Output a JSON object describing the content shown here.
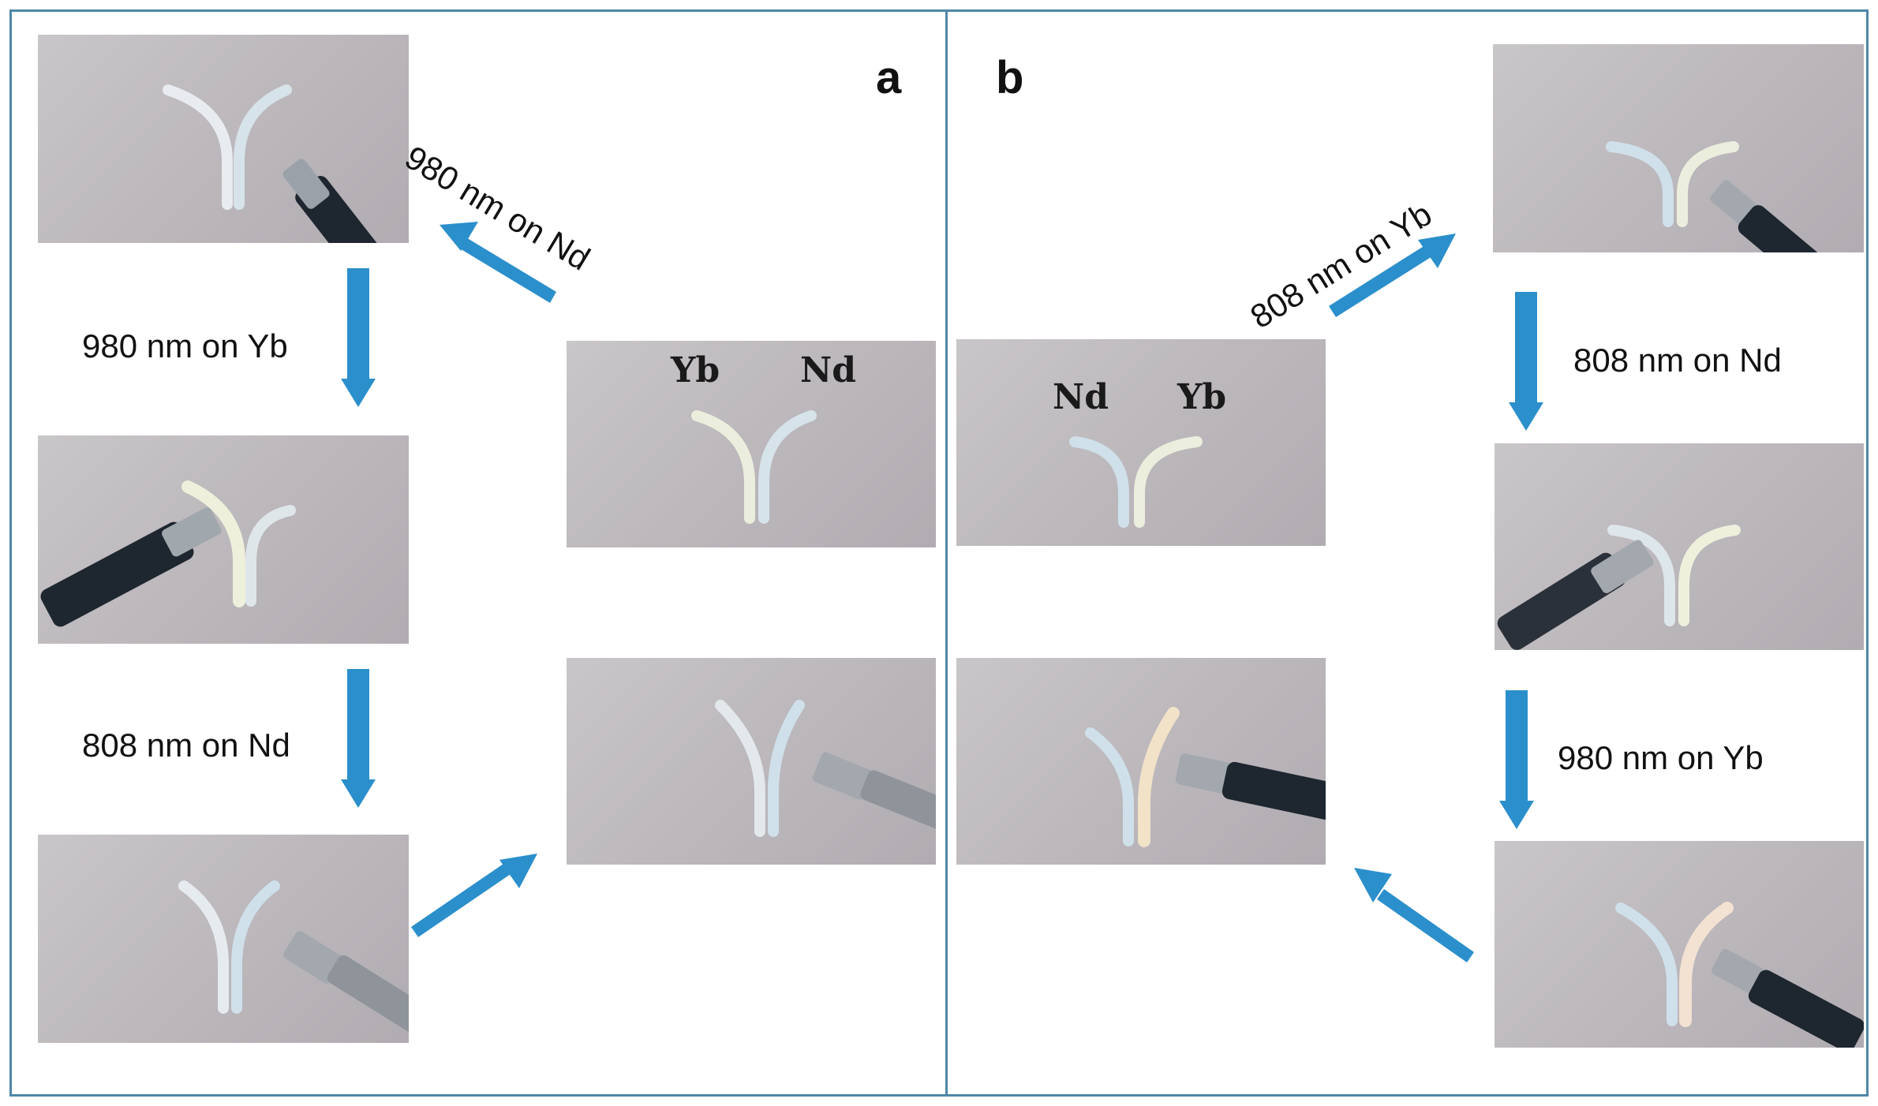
{
  "colors": {
    "frame": "#4f86a8",
    "arrow": "#2b8fcb"
  },
  "panels": {
    "a": {
      "letter": "a",
      "initial_labels": {
        "left": "Yb",
        "right": "Nd"
      },
      "steps": [
        "980 nm on Nd",
        "980 nm on Yb",
        "808 nm on Nd"
      ]
    },
    "b": {
      "letter": "b",
      "initial_labels": {
        "left": "Nd",
        "right": "Yb"
      },
      "steps": [
        "808 nm on Yb",
        "808 nm on Nd",
        "980 nm on Yb"
      ]
    }
  },
  "icons": [
    "fiber-probe-icon",
    "y-shaped-fiber-sample"
  ]
}
